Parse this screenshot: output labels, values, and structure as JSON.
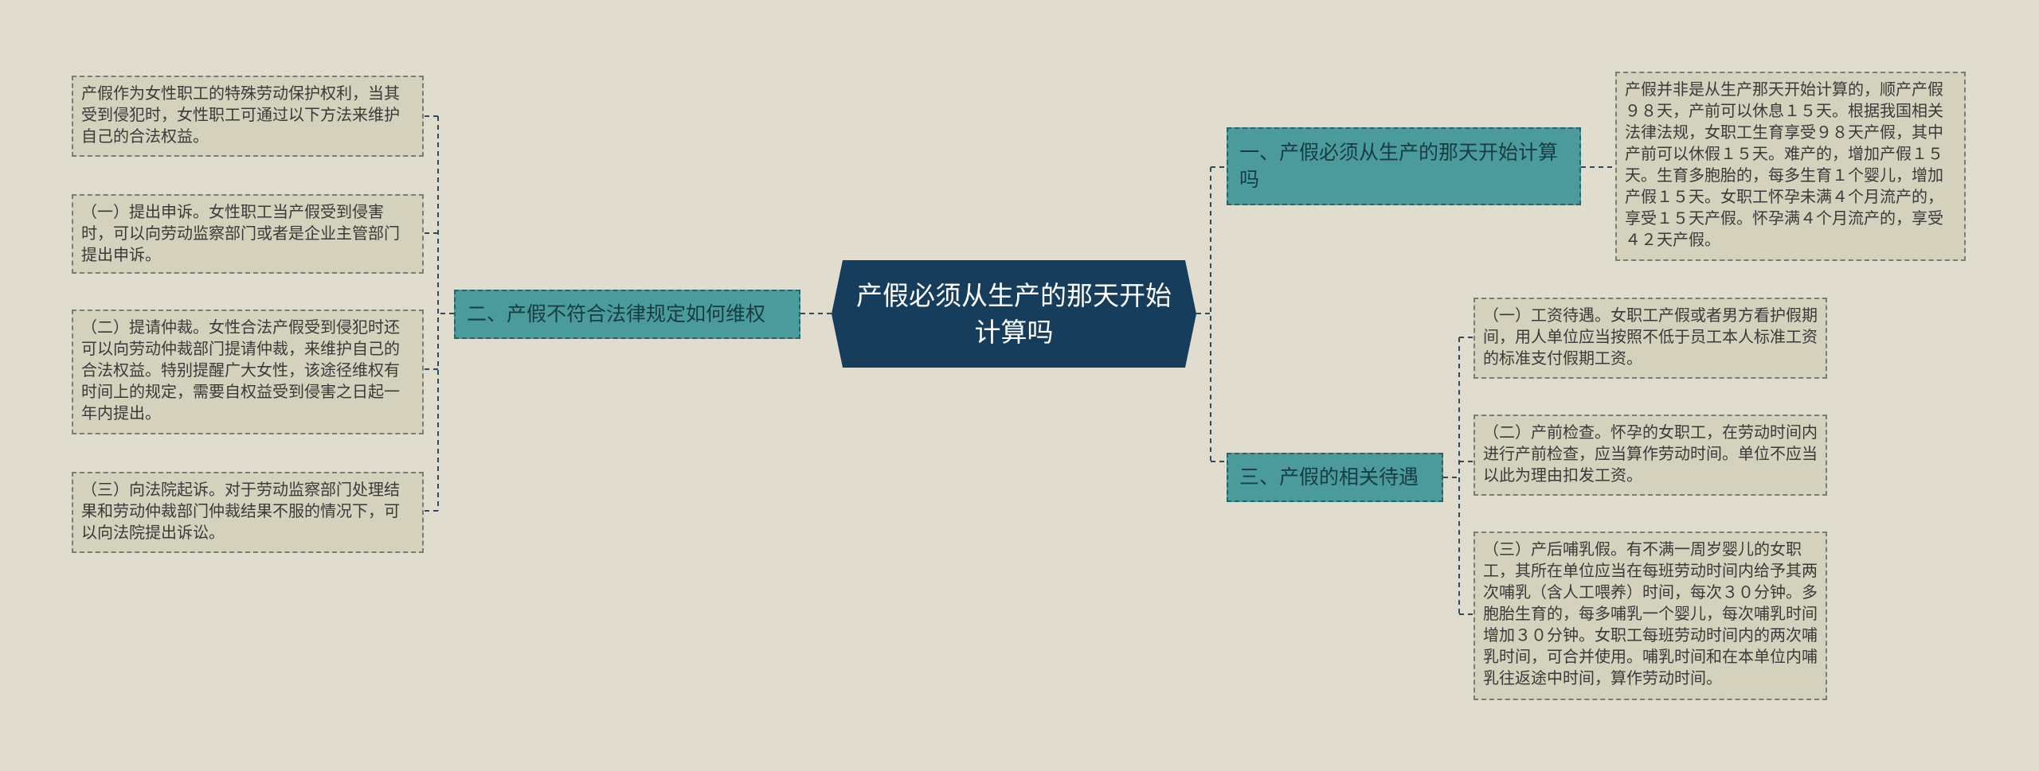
{
  "center": {
    "title": "产假必须从生产的那天开始计算吗"
  },
  "branches": {
    "b1": {
      "label": "一、产假必须从生产的那天开始计算吗"
    },
    "b2": {
      "label": "二、产假不符合法律规定如何维权"
    },
    "b3": {
      "label": "三、产假的相关待遇"
    }
  },
  "leaves": {
    "b1_1": "产假并非是从生产那天开始计算的，顺产产假９８天，产前可以休息１５天。根据我国相关法律法规，女职工生育享受９８天产假，其中产前可以休假１５天。难产的，增加产假１５天。生育多胞胎的，每多生育１个婴儿，增加产假１５天。女职工怀孕未满４个月流产的，享受１５天产假。怀孕满４个月流产的，享受４２天产假。",
    "b2_1": "产假作为女性职工的特殊劳动保护权利，当其受到侵犯时，女性职工可通过以下方法来维护自己的合法权益。",
    "b2_2": "（一）提出申诉。女性职工当产假受到侵害时，可以向劳动监察部门或者是企业主管部门提出申诉。",
    "b2_3": "（二）提请仲裁。女性合法产假受到侵犯时还可以向劳动仲裁部门提请仲裁，来维护自己的合法权益。特别提醒广大女性，该途径维权有时间上的规定，需要自权益受到侵害之日起一年内提出。",
    "b2_4": "（三）向法院起诉。对于劳动监察部门处理结果和劳动仲裁部门仲裁结果不服的情况下，可以向法院提出诉讼。",
    "b3_1": "（一）工资待遇。女职工产假或者男方看护假期间，用人单位应当按照不低于员工本人标准工资的标准支付假期工资。",
    "b3_2": "（二）产前检查。怀孕的女职工，在劳动时间内进行产前检查，应当算作劳动时间。单位不应当以此为理由扣发工资。",
    "b3_3": "（三）产后哺乳假。有不满一周岁婴儿的女职工，其所在单位应当在每班劳动时间内给予其两次哺乳（含人工喂养）时间，每次３０分钟。多胞胎生育的，每多哺乳一个婴儿，每次哺乳时间增加３０分钟。女职工每班劳动时间内的两次哺乳时间，可合并使用。哺乳时间和在本单位内哺乳往返途中时间，算作劳动时间。"
  },
  "colors": {
    "background": "#e0ddcf",
    "center_fill": "#163d5c",
    "branch_fill": "#4c9b9c",
    "leaf_fill": "#d4d1bd",
    "connector": "#2e4a5c"
  }
}
